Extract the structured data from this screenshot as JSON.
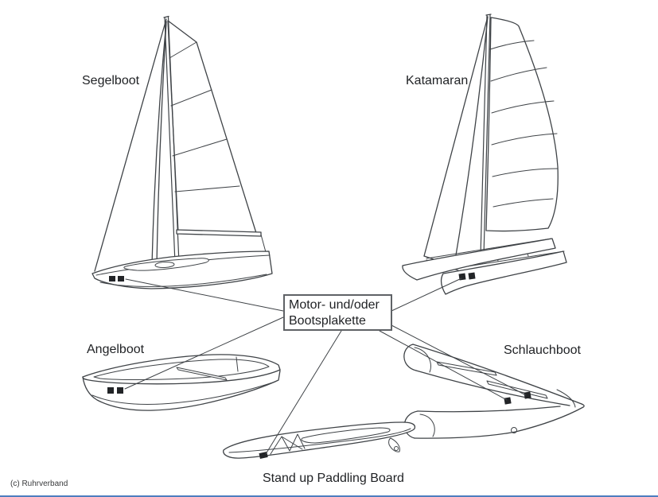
{
  "meta": {
    "copyright": "(c) Ruhrverband"
  },
  "center_box": {
    "line1": "Motor- und/oder",
    "line2": "Bootsplakette"
  },
  "boats": {
    "segelboot": {
      "label": "Segelboot"
    },
    "katamaran": {
      "label": "Katamaran"
    },
    "angelboot": {
      "label": "Angelboot"
    },
    "schlauchboot": {
      "label": "Schlauchboot"
    },
    "sup": {
      "label": "Stand up Paddling Board"
    }
  },
  "icons": {
    "plakette_marker": "black-square-badge-marker"
  },
  "colors": {
    "background": "#ffffff",
    "line_art": "#3f4347",
    "marker": "#222427",
    "text": "#1f2124",
    "box_border": "#5f6266",
    "bottom_line": "#4d7ebf"
  }
}
